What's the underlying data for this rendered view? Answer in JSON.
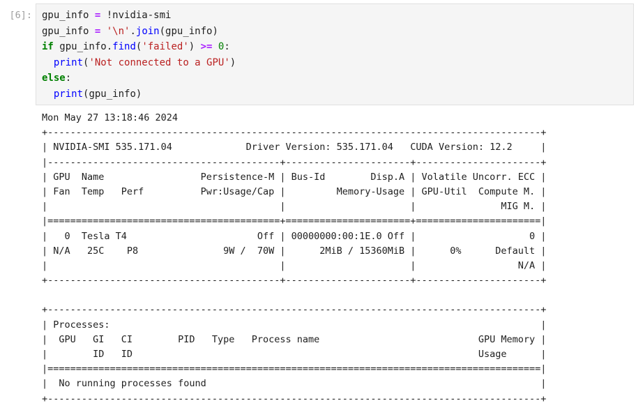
{
  "cell": {
    "prompt": "[6]:",
    "code_lines": [
      [
        {
          "t": "plain",
          "s": "gpu_info "
        },
        {
          "t": "op",
          "s": "="
        },
        {
          "t": "plain",
          "s": " !nvidia-smi"
        }
      ],
      [
        {
          "t": "plain",
          "s": "gpu_info "
        },
        {
          "t": "op",
          "s": "="
        },
        {
          "t": "plain",
          "s": " "
        },
        {
          "t": "str",
          "s": "'\\n'"
        },
        {
          "t": "plain",
          "s": "."
        },
        {
          "t": "fn",
          "s": "join"
        },
        {
          "t": "plain",
          "s": "(gpu_info)"
        }
      ],
      [
        {
          "t": "kw",
          "s": "if"
        },
        {
          "t": "plain",
          "s": " gpu_info."
        },
        {
          "t": "fn",
          "s": "find"
        },
        {
          "t": "plain",
          "s": "("
        },
        {
          "t": "str",
          "s": "'failed'"
        },
        {
          "t": "plain",
          "s": ") "
        },
        {
          "t": "op",
          "s": ">="
        },
        {
          "t": "plain",
          "s": " "
        },
        {
          "t": "num",
          "s": "0"
        },
        {
          "t": "plain",
          "s": ":"
        }
      ],
      [
        {
          "t": "plain",
          "s": "  "
        },
        {
          "t": "fn",
          "s": "print"
        },
        {
          "t": "plain",
          "s": "("
        },
        {
          "t": "str",
          "s": "'Not connected to a GPU'"
        },
        {
          "t": "plain",
          "s": ")"
        }
      ],
      [
        {
          "t": "kw",
          "s": "else"
        },
        {
          "t": "plain",
          "s": ":"
        }
      ],
      [
        {
          "t": "plain",
          "s": "  "
        },
        {
          "t": "fn",
          "s": "print"
        },
        {
          "t": "plain",
          "s": "(gpu_info)"
        }
      ]
    ],
    "output_lines": [
      "Mon May 27 13:18:46 2024",
      "+---------------------------------------------------------------------------------------+",
      "| NVIDIA-SMI 535.171.04             Driver Version: 535.171.04   CUDA Version: 12.2     |",
      "|-----------------------------------------+----------------------+----------------------+",
      "| GPU  Name                 Persistence-M | Bus-Id        Disp.A | Volatile Uncorr. ECC |",
      "| Fan  Temp   Perf          Pwr:Usage/Cap |         Memory-Usage | GPU-Util  Compute M. |",
      "|                                         |                      |               MIG M. |",
      "|=========================================+======================+======================|",
      "|   0  Tesla T4                       Off | 00000000:00:1E.0 Off |                    0 |",
      "| N/A   25C    P8               9W /  70W |      2MiB / 15360MiB |      0%      Default |",
      "|                                         |                      |                  N/A |",
      "+-----------------------------------------+----------------------+----------------------+",
      "",
      "+---------------------------------------------------------------------------------------+",
      "| Processes:                                                                            |",
      "|  GPU   GI   CI        PID   Type   Process name                            GPU Memory |",
      "|        ID   ID                                                             Usage      |",
      "|=======================================================================================|",
      "|  No running processes found                                                           |",
      "+---------------------------------------------------------------------------------------+"
    ]
  }
}
